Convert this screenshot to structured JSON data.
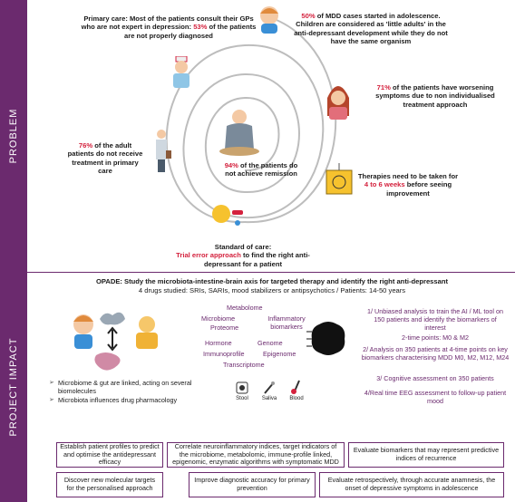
{
  "bands": {
    "problem": "PROBLEM",
    "impact": "PROJECT IMPACT"
  },
  "problem": {
    "primary_care": {
      "a": "Primary care: Most of the patients consult their GPs who are not expert in depression: ",
      "hl": "53%",
      "b": " of the patients are not properly diagnosed"
    },
    "adolescence": {
      "hl": "50%",
      "a": " of MDD cases started in adolescence. Children are considered as 'little adults' in the anti-depressant development while they do not have the same organism"
    },
    "worsening": {
      "hl": "71%",
      "a": " of the patients have worsening symptoms due to non individualised treatment approach"
    },
    "adult": {
      "hl": "76%",
      "a": " of the adult patients do not receive treatment in primary care"
    },
    "remission": {
      "hl": "94%",
      "a": " of the patients do not achieve remission"
    },
    "therapies": {
      "a": "Therapies need to be taken for ",
      "hl": "4 to 6 weeks",
      "b": " before seeing improvement"
    },
    "standard": {
      "a": "Standard of care:",
      "hl": "Trial error approach",
      "b": " to find the right anti-depressant for a patient"
    }
  },
  "impact": {
    "title": "OPADE: Study the microbiota-intestine-brain axis for targeted therapy and identify the right anti-depressant",
    "subtitle": "4 drugs studied: SRIs, SARIs, mood stabilizers or antipsychotics / Patients: 14-50 years",
    "omics": [
      "Metabolome",
      "Microbiome",
      "Inflammatory biomarkers",
      "Proteome",
      "Hormone",
      "Genome",
      "Immunoprofile",
      "Epigenome",
      "Transcriptome"
    ],
    "samples": [
      "Stool",
      "Saliva",
      "Blood"
    ],
    "bullets": [
      "Microbiome & gut are linked, acting on several biomolecules",
      "Microbiota influences drug pharmacology"
    ],
    "steps": [
      "1/ Unbiased analysis to train the AI / ML tool on 150 patients and identify the biomarkers of interest",
      "2-time points: M0 & M2",
      "2/ Analysis on 350 patients at 4-time points on key biomarkers characterising MDD M0, M2, M12, M24",
      "3/ Cognitive assessment on 350 patients",
      "4/Real time EEG assessment to follow-up patient mood"
    ],
    "boxes": [
      "Establish patient profiles to predict and optimise the antidepressant efficacy",
      "Correlate neuroinflammatory indices, target indicators of the microbiome, metabolomic, immune-profile linked, epigenomic, enzymatic algorithms with symptomatic MDD",
      "Evaluate biomarkers that may represent predictive indices of recurrence",
      "Discover new molecular targets for the personalised approach",
      "Improve diagnostic accuracy for primary prevention",
      "Evaluate retrospectively, through accurate anamnesis, the onset of depressive symptoms in adolescence"
    ]
  },
  "colors": {
    "accent": "#6b2a6e",
    "highlight": "#d4213d"
  }
}
